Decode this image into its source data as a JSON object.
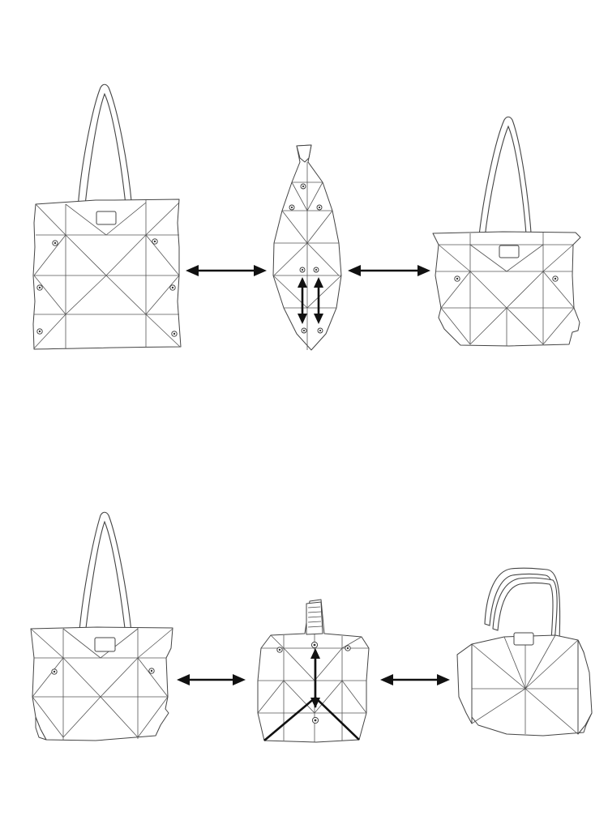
{
  "figure": {
    "background": "#ffffff",
    "line_color": "#444444",
    "arrow_color": "#111111",
    "rows": [
      {
        "id": "row-1",
        "states": [
          "flat-tote-bag",
          "folded-bag-top-view",
          "shaped-tote-bag"
        ],
        "arrows": [
          "double-arrow",
          "double-arrow"
        ],
        "fold_arrows": [
          "vertical-double-arrow",
          "vertical-double-arrow"
        ]
      },
      {
        "id": "row-2",
        "states": [
          "tote-bag-folded-bottom",
          "folded-bag-top-view-zip",
          "boxy-handbag"
        ],
        "arrows": [
          "double-arrow",
          "double-arrow"
        ],
        "fold_arrows": [
          "fold-direction-arrow"
        ]
      }
    ]
  }
}
